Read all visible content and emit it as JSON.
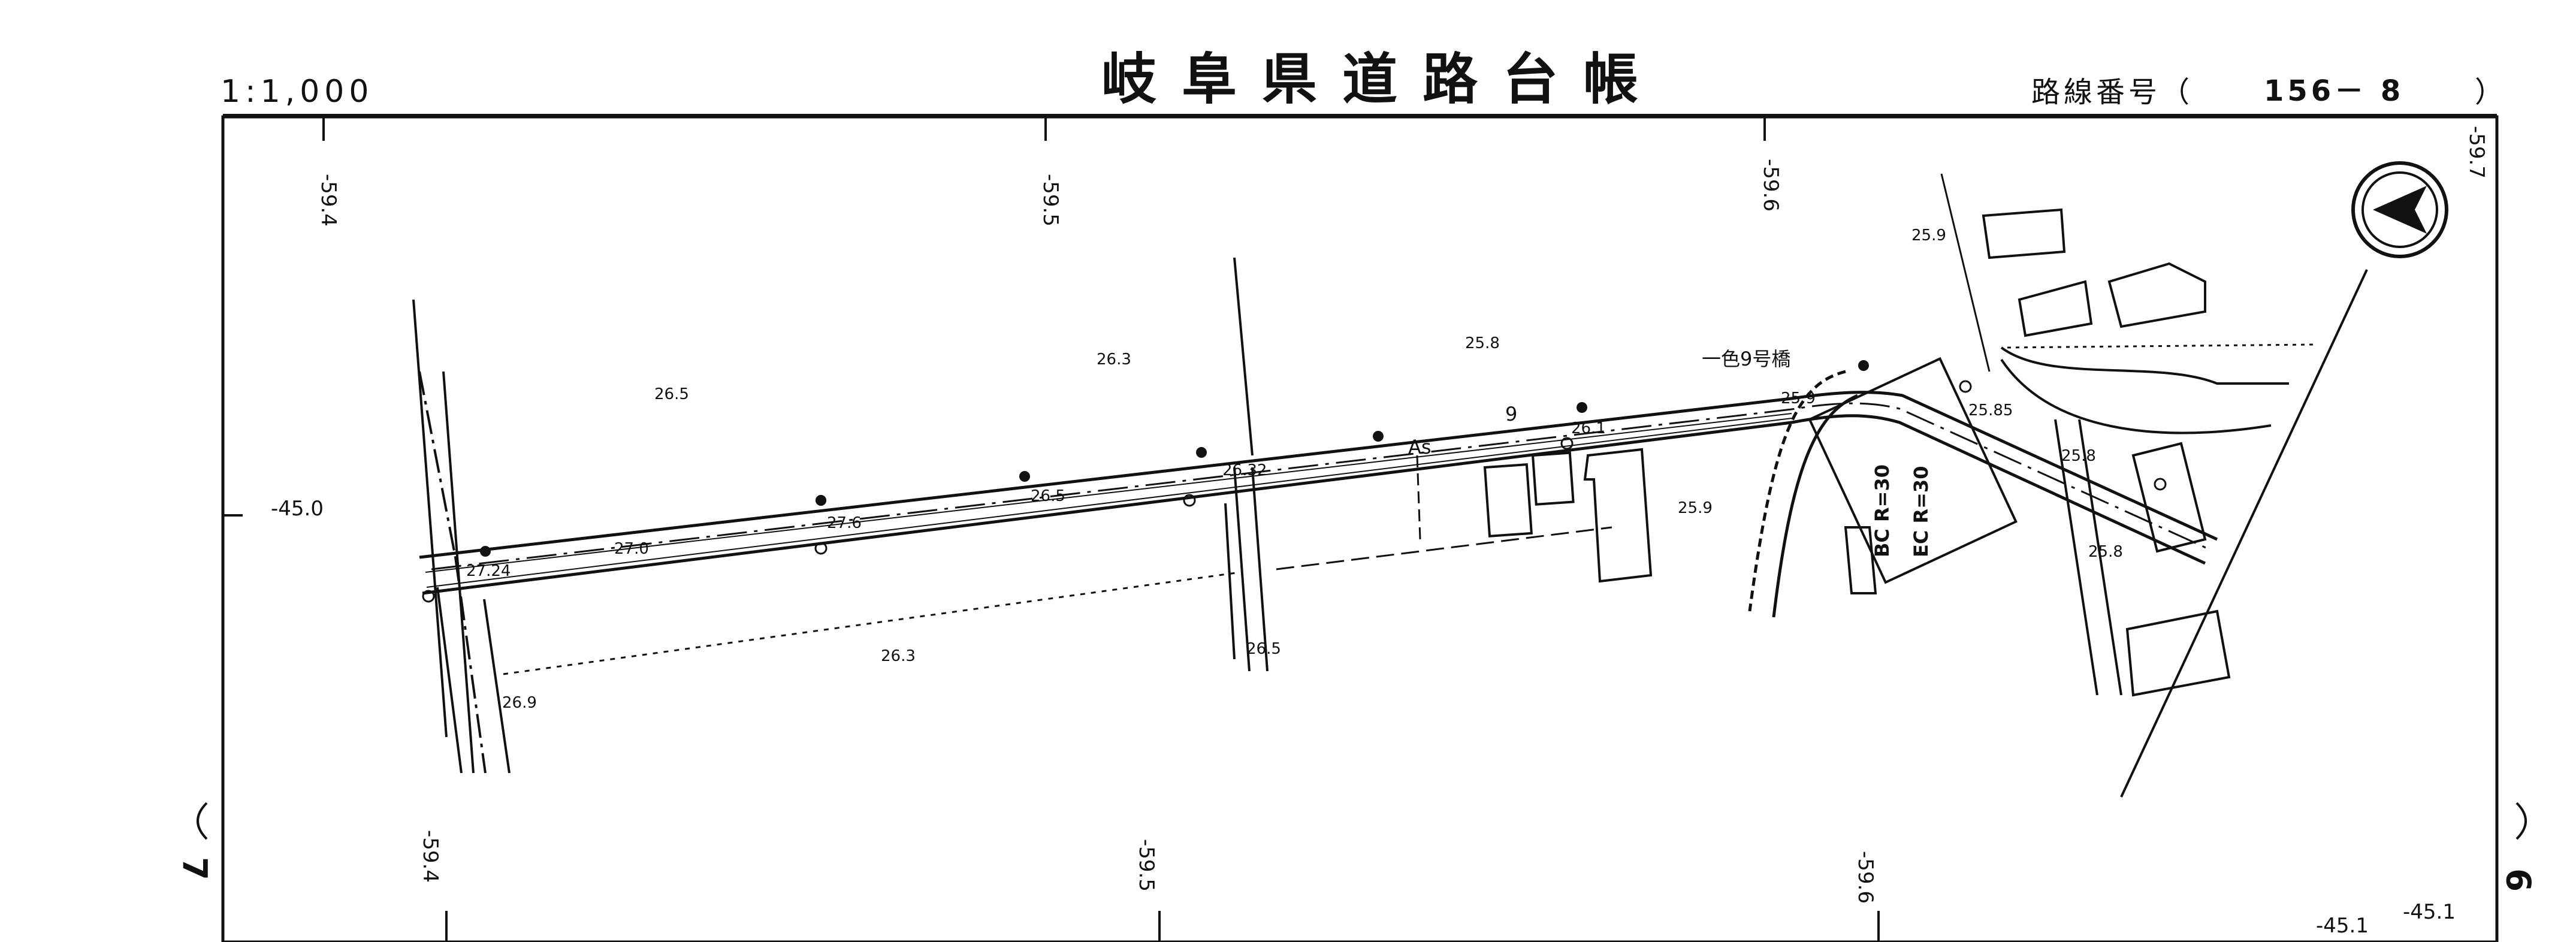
{
  "header": {
    "scale": "1:1,000",
    "title": "岐阜県道路台帳",
    "route_label": "路線番号（",
    "route_number": "156－  8",
    "route_close": "）"
  },
  "grid_labels": {
    "top": [
      "-59.4",
      "-59.5",
      "-59.6",
      "-59.7"
    ],
    "bottom": [
      "-59.4",
      "-59.5",
      "-59.6"
    ],
    "left": "-45.0",
    "bottom_right_1": "-45.1",
    "bottom_right_2": "-45.1"
  },
  "sheet_numbers": {
    "left": "7",
    "right": "9"
  },
  "elevations": [
    "26.5",
    "26.3",
    "25.8",
    "25.9",
    "26.1",
    "25.9",
    "25.85",
    "25.8",
    "25.9",
    "26.32",
    "26.5",
    "27.6",
    "27.0",
    "27.24",
    "26.3",
    "26.5",
    "26.9",
    "25.8"
  ],
  "labels": {
    "bridge": "一色9号橋",
    "asphalt": "As",
    "route_marker": "9",
    "curve_bc": "BC R=30",
    "curve_ec": "EC R=30"
  },
  "icons": {
    "north_arrow": "north-arrow-icon"
  }
}
